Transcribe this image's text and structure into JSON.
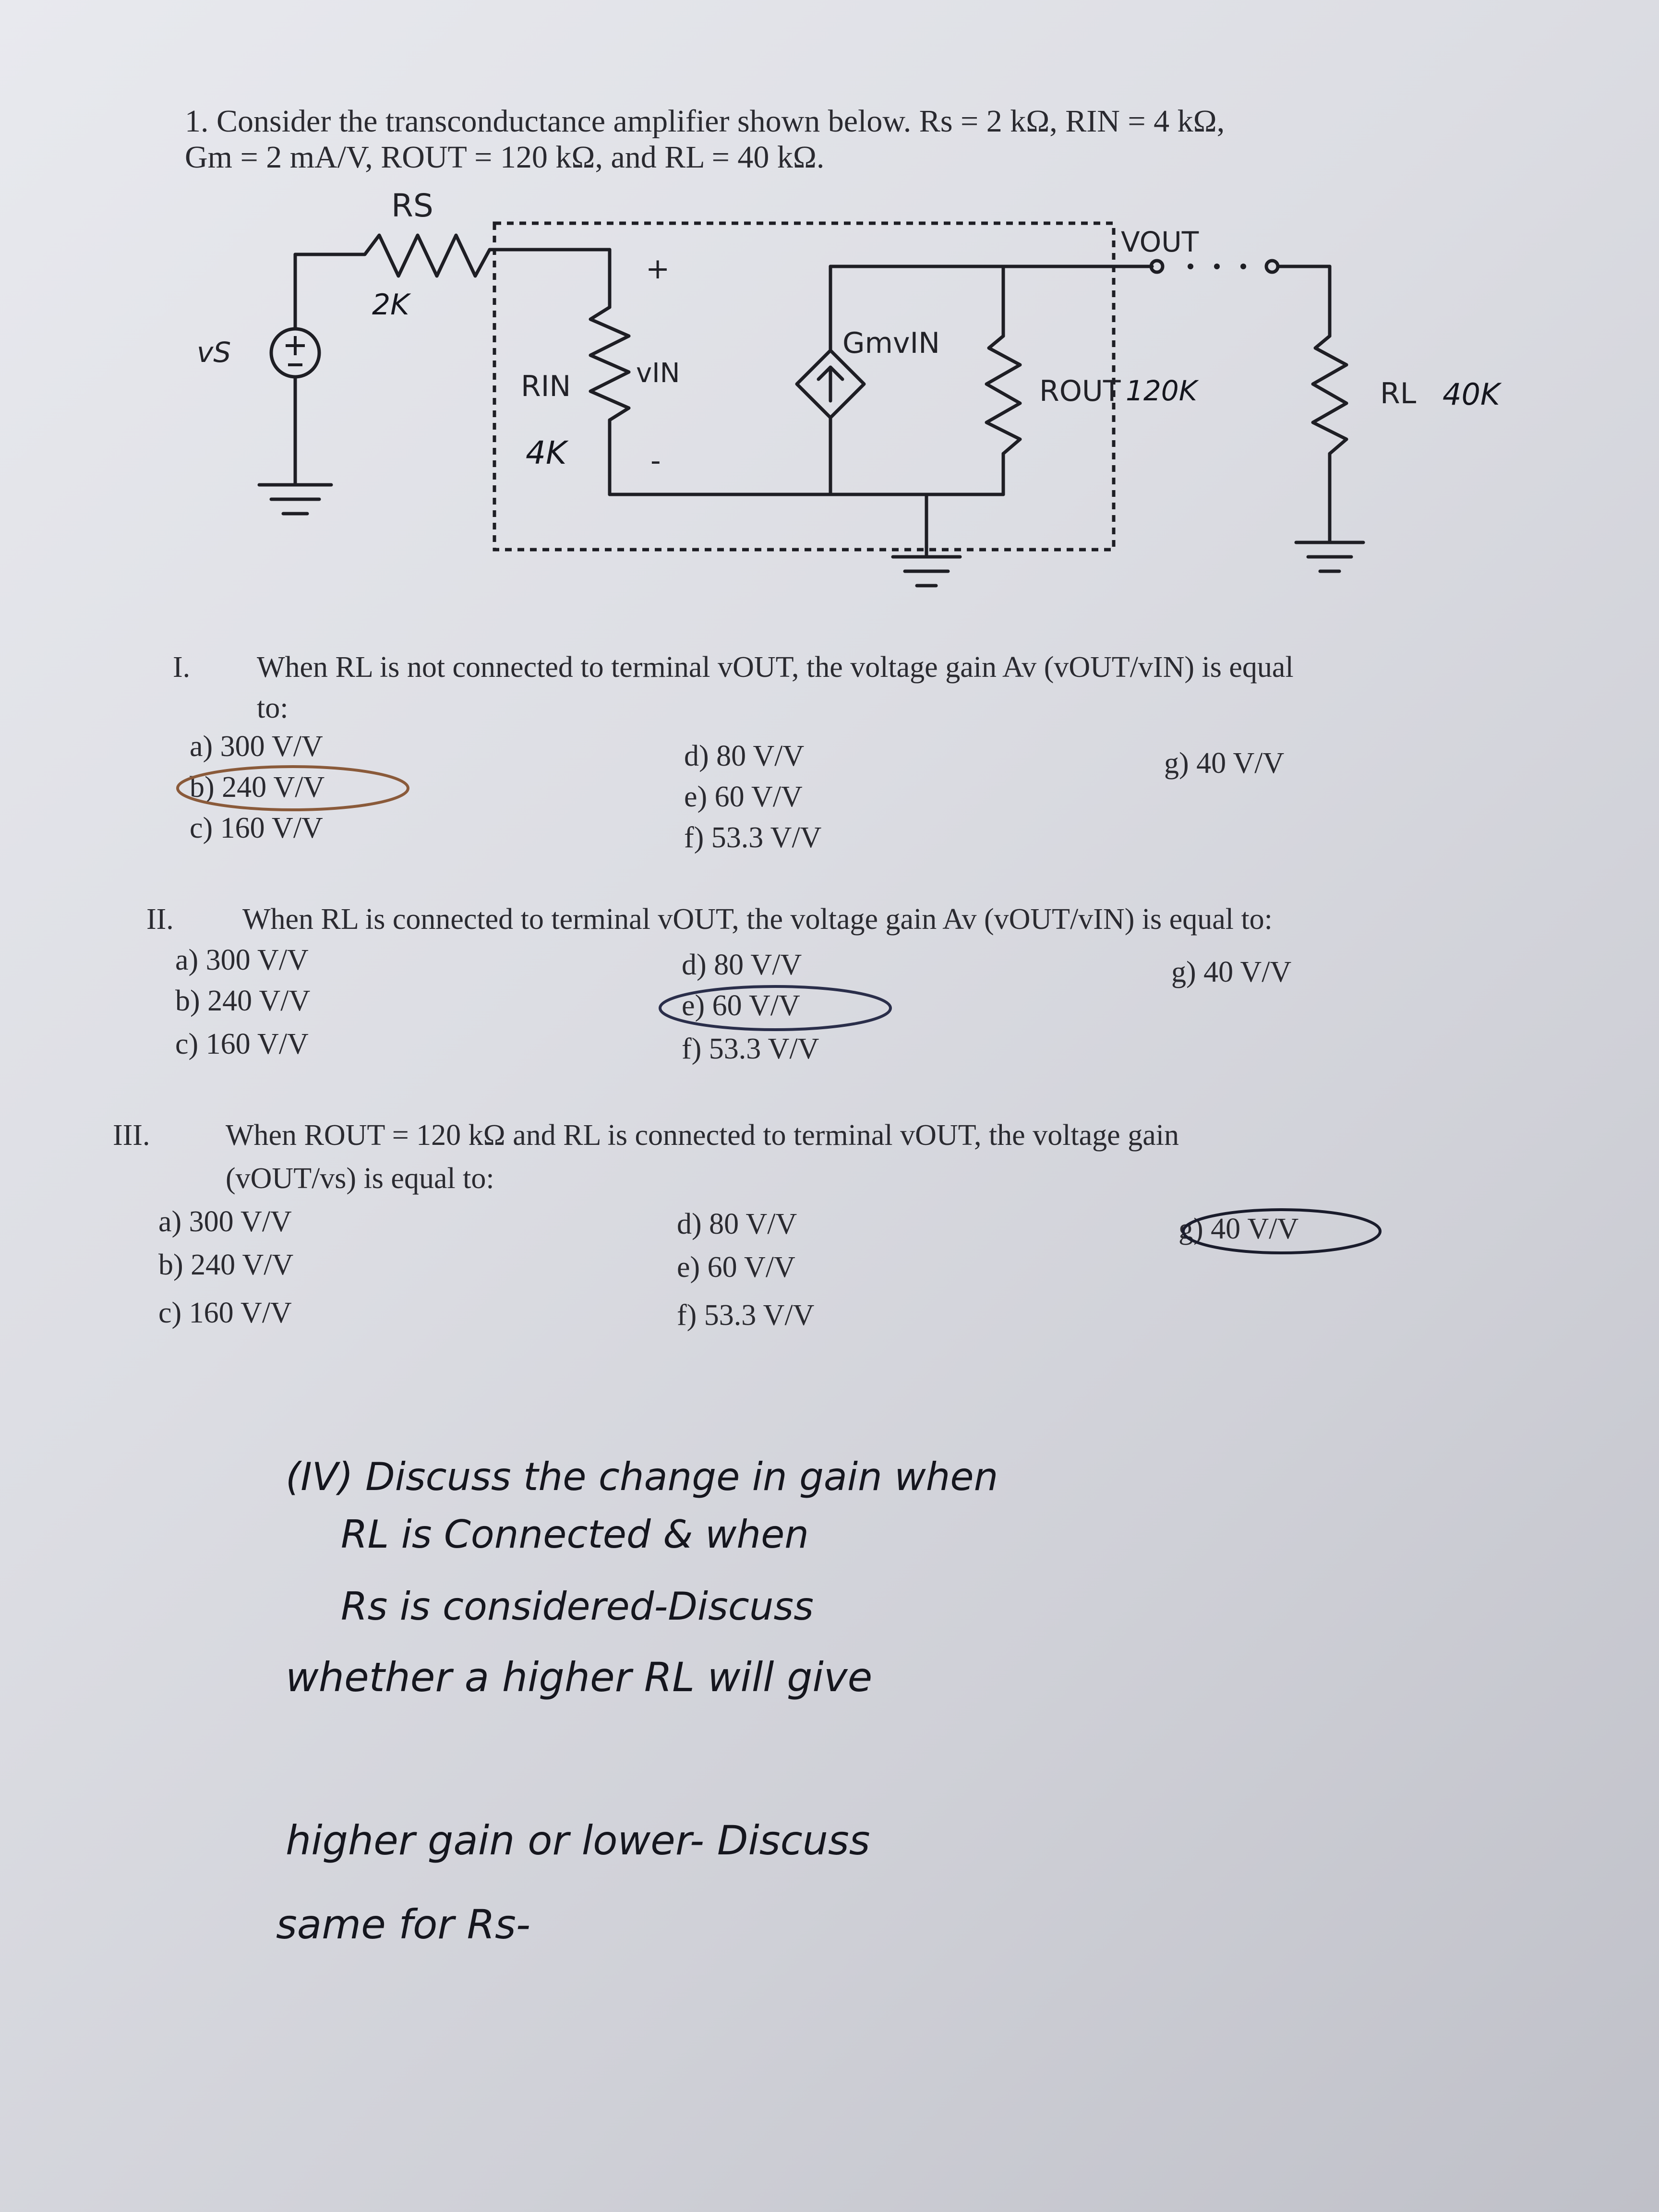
{
  "header": {
    "line1": "1. Consider the transconductance amplifier shown below. Rs = 2 kΩ, RIN = 4 kΩ,",
    "line2": "Gm = 2 mA/V, ROUT = 120 kΩ, and RL = 40 kΩ."
  },
  "circuit": {
    "rs_label": "RS",
    "rs_note": "2K",
    "vs_label": "vS",
    "rin_label": "RIN",
    "rin_note": "4K",
    "vin_label": "vIN",
    "plus_sign": "+",
    "minus_sign": "-",
    "source_label": "GmvIN",
    "rout_label": "ROUT",
    "rout_note": "120K",
    "rl_label": "RL",
    "rl_note": "40K",
    "vout_label": "VOUT",
    "arrow_glyph": "↑"
  },
  "q1": {
    "number": "I.",
    "text_line1": "When RL is not connected to terminal vOUT, the voltage gain Av (vOUT/vIN) is equal",
    "text_line2": "to:",
    "options": [
      "a)  300 V/V",
      "b)  240 V/V",
      "c)  160 V/V",
      "d)  80 V/V",
      "e)  60 V/V",
      "f)  53.3 V/V",
      "g)  40 V/V"
    ]
  },
  "q2": {
    "number": "II.",
    "text_line1": "When RL is connected to terminal vOUT, the voltage gain Av (vOUT/vIN) is equal to:",
    "options": [
      "a)  300 V/V",
      "b)  240 V/V",
      "c)  160 V/V",
      "d)  80 V/V",
      "e)  60 V/V",
      "f)  53.3 V/V",
      "g)  40 V/V"
    ]
  },
  "q3": {
    "number": "III.",
    "text_line1": "When ROUT = 120 kΩ  and RL is connected to terminal vOUT, the voltage gain",
    "text_line2": "(vOUT/vs) is equal to:",
    "options": [
      "a)  300 V/V",
      "b)  240 V/V",
      "c)  160 V/V",
      "d)  80 V/V",
      "e)  60 V/V",
      "f)  53.3 V/V",
      "g)  40 V/V"
    ]
  },
  "q4": {
    "line1": "(IV) Discuss the change in gain when",
    "line2": "RL is Connected & when",
    "line3": "Rs is considered-Discuss",
    "line4": "whether a higher RL will give",
    "line5": "higher gain or lower- Discuss",
    "line6": "same for Rs-"
  },
  "colors": {
    "ink": "#2a2a30",
    "pen": "#15161e",
    "circle_q1": "#8a5a3a",
    "circle_q2": "#2a2e4a"
  }
}
